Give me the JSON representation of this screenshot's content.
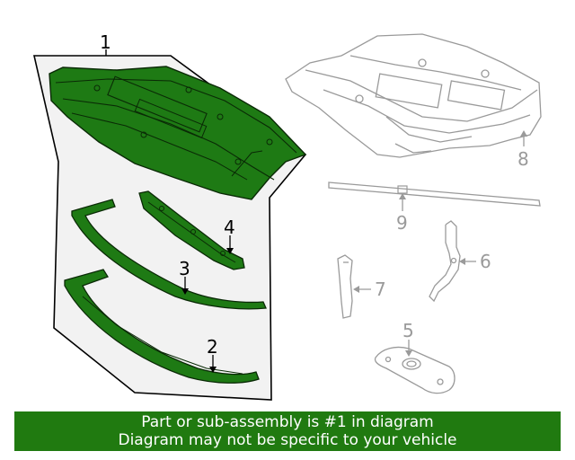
{
  "callouts": {
    "c1": "1",
    "c2": "2",
    "c3": "3",
    "c4": "4",
    "c5": "5",
    "c6": "6",
    "c7": "7",
    "c8": "8",
    "c9": "9"
  },
  "banner": {
    "line1": "Part or sub-assembly is #1 in diagram",
    "line2": "Diagram may not be specific to your vehicle"
  },
  "colors": {
    "highlight_fill": "#1e7a14",
    "highlight_outline": "#0a2a06",
    "group_background": "#f2f2f2",
    "other_parts": "#9a9a9a",
    "banner_background": "#207a10",
    "banner_text": "#ffffff"
  }
}
